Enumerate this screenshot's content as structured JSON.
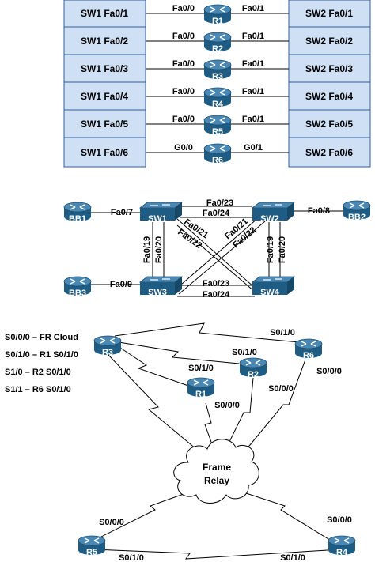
{
  "section1": {
    "rows": [
      {
        "left": "SW1 Fa0/1",
        "router": "R1",
        "port_left": "Fa0/0",
        "port_right": "Fa0/1",
        "right": "SW2 Fa0/1"
      },
      {
        "left": "SW1 Fa0/2",
        "router": "R2",
        "port_left": "Fa0/0",
        "port_right": "Fa0/1",
        "right": "SW2 Fa0/2"
      },
      {
        "left": "SW1 Fa0/3",
        "router": "R3",
        "port_left": "Fa0/0",
        "port_right": "Fa0/1",
        "right": "SW2 Fa0/3"
      },
      {
        "left": "SW1 Fa0/4",
        "router": "R4",
        "port_left": "Fa0/0",
        "port_right": "Fa0/1",
        "right": "SW2 Fa0/4"
      },
      {
        "left": "SW1 Fa0/5",
        "router": "R5",
        "port_left": "Fa0/0",
        "port_right": "Fa0/1",
        "right": "SW2 Fa0/5"
      },
      {
        "left": "SW1 Fa0/6",
        "router": "R6",
        "port_left": "G0/0",
        "port_right": "G0/1",
        "right": "SW2 Fa0/6"
      }
    ]
  },
  "section2": {
    "devices": {
      "bb1": "BB1",
      "bb2": "BB2",
      "bb3": "BB3",
      "sw1": "SW1",
      "sw2": "SW2",
      "sw3": "SW3",
      "sw4": "SW4"
    },
    "links": {
      "bb1_sw1": "Fa0/7",
      "sw2_bb2": "Fa0/8",
      "bb3_sw3": "Fa0/9",
      "sw1_sw2_top": "Fa0/23",
      "sw1_sw2_bottom": "Fa0/24",
      "sw3_sw4_top": "Fa0/23",
      "sw3_sw4_bottom": "Fa0/24",
      "sw1_sw3_a": "Fa0/19",
      "sw1_sw3_b": "Fa0/20",
      "sw2_sw4_a": "Fa0/19",
      "sw2_sw4_b": "Fa0/20",
      "sw1_cross_a": "Fa0/21",
      "sw1_cross_b": "Fa0/22",
      "sw2_cross_a": "Fa0/21",
      "sw2_cross_b": "Fa0/22"
    }
  },
  "section3": {
    "legend": [
      "S0/0/0 – FR Cloud",
      "S0/1/0 – R1 S0/1/0",
      "S1/0 – R2 S0/1/0",
      "S1/1 – R6 S0/1/0"
    ],
    "devices": {
      "r1": "R1",
      "r2": "R2",
      "r3": "R3",
      "r4": "R4",
      "r5": "R5",
      "r6": "R6"
    },
    "cloud": {
      "line1": "Frame",
      "line2": "Relay"
    },
    "labels": {
      "r6_s010": "S0/1/0",
      "r2_s010": "S0/1/0",
      "r1_s010": "S0/1/0",
      "r6_s000": "S0/0/0",
      "r2_s000": "S0/0/0",
      "r1_s000": "S0/0/0",
      "r5_s000": "S0/0/0",
      "r4_s000": "S0/0/0",
      "r5_s010": "S0/1/0",
      "r4_s010": "S0/1/0"
    }
  },
  "colors": {
    "box_fill": "#cfe0f5",
    "box_stroke": "#2f5f9a",
    "device_fill": "#1f5c84",
    "device_top": "#4a88b3",
    "line": "#000000"
  }
}
